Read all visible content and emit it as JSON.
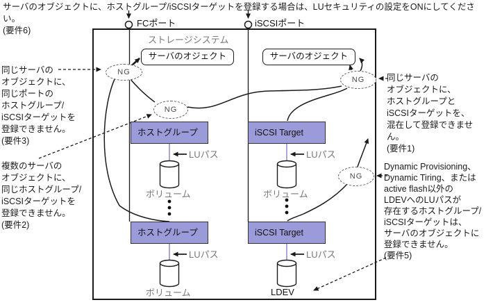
{
  "top_note": "サーバのオブジェクトに、ホストグループ/iSCSIターゲットを登録する場合は、LUセキュリティの設定をONにしてください。\n(要件6)",
  "ports": {
    "fc": "FCポート",
    "iscsi": "iSCSIポート"
  },
  "storage_system_label": "ストレージシステム",
  "nodes": {
    "server_object_left": "サーバのオジェクト",
    "server_object_right": "サーバのオジェクト",
    "host_group_top": "ホストグループ",
    "host_group_bottom": "ホストグループ",
    "iscsi_target_top": "iSCSI Target",
    "iscsi_target_bottom": "iSCSI Target",
    "volume": "ボリューム",
    "ldev": "LDEV",
    "lu_path": "LUパス",
    "ng": "NG"
  },
  "annotations": {
    "left_top": "同じサーバの\nオブジェクトに、\n同じポートの\nホストグループ/\niSCSIターゲットを\n登録できません。\n(要件3)",
    "left_bottom": "複数のサーバの\nオブジェクトに、\n同じホストグループ/\niSCSIターゲットを\n登録できません。\n(要件2)",
    "right_top": "同じサーバの\nオブジェクトに、\nホストグループと\niSCSIターゲットを、\n混在して登録できません。\n(要件1)",
    "right_bottom": "Dynamic Provisioning、\nDynamic Tiring、または\nactive flash以外の\nLDEVへのLUパスが\n存在するホストグループ/\niSCSIターゲットは、\nサーバのオブジェクトに\n登録できません。\n(要件5)"
  },
  "colors": {
    "group_box_fill": "#9b9bda",
    "lu_path_line": "#8a8ace",
    "muted_text": "#7a7a7a",
    "line": "#1a1a1a"
  }
}
